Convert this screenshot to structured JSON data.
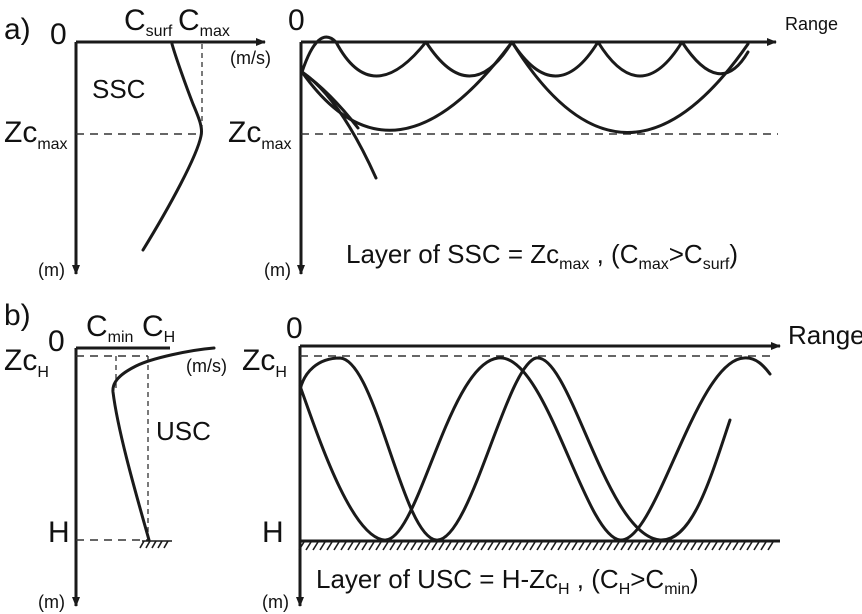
{
  "panel_a": {
    "letter": "a)",
    "profile": {
      "origin": "0",
      "csurf": {
        "main": "C",
        "sub": "surf"
      },
      "cmax": {
        "main": "C",
        "sub": "max"
      },
      "unit_speed": "(m/s)",
      "depth_label": {
        "main": "Zc",
        "sub": "max"
      },
      "unit_depth": "(m)",
      "channel": "SSC"
    },
    "rays": {
      "origin": "0",
      "range": "Range",
      "depth_label": {
        "main": "Zc",
        "sub": "max"
      },
      "unit_depth": "(m)",
      "equation": {
        "prefix": "Layer of SSC = Zc",
        "sub1": "max",
        "mid": " , (C",
        "sub2": "max",
        "gt": ">C",
        "sub3": "surf",
        "end": ")"
      }
    }
  },
  "panel_b": {
    "letter": "b)",
    "profile": {
      "origin": "0",
      "cmin": {
        "main": "C",
        "sub": "min"
      },
      "ch": {
        "main": "C",
        "sub": "H"
      },
      "unit_speed": "(m/s)",
      "zc_label": {
        "main": "Zc",
        "sub": "H"
      },
      "h_label": "H",
      "unit_depth": "(m)",
      "channel": "USC"
    },
    "rays": {
      "origin": "0",
      "range": "Range",
      "zc_label": {
        "main": "Zc",
        "sub": "H"
      },
      "h_label": "H",
      "unit_depth": "(m)",
      "equation": {
        "prefix": "Layer of USC = H-Zc",
        "sub1": "H",
        "mid": " , (C",
        "sub2": "H",
        "gt": ">C",
        "sub3": "min",
        "end": ")"
      }
    }
  }
}
